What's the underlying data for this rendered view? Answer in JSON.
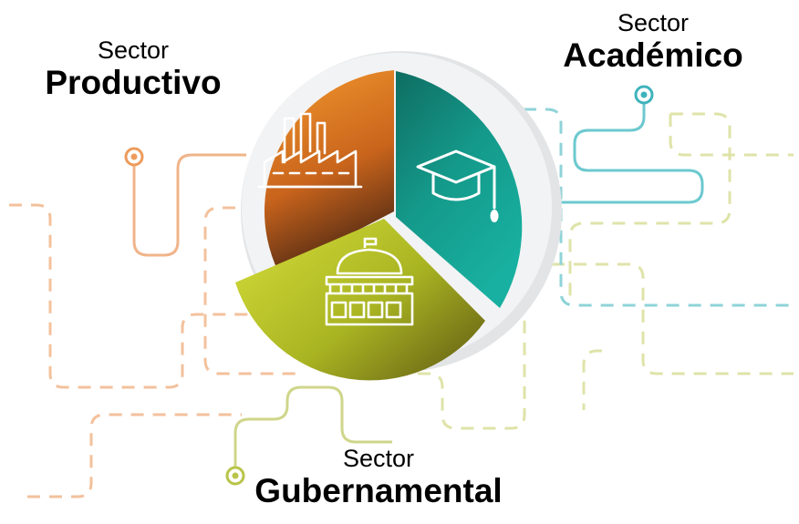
{
  "diagram": {
    "sectors": [
      {
        "id": "productivo",
        "prefix": "Sector",
        "name": "Productivo",
        "icon": "factory-icon",
        "color": "#e8892a"
      },
      {
        "id": "academico",
        "prefix": "Sector",
        "name": "Académico",
        "icon": "graduation-cap-icon",
        "color": "#13988a"
      },
      {
        "id": "gubernamental",
        "prefix": "Sector",
        "name": "Gubernamental",
        "icon": "government-building-icon",
        "color": "#b7c62a"
      }
    ],
    "connector_colors": {
      "orange": "#f0b48a",
      "teal": "#6cc9cf",
      "olive": "#cfd68a",
      "dashed_orange": "#f3c19c",
      "dashed_teal": "#8fd3d8",
      "dashed_olive": "#dfe3a8"
    }
  }
}
